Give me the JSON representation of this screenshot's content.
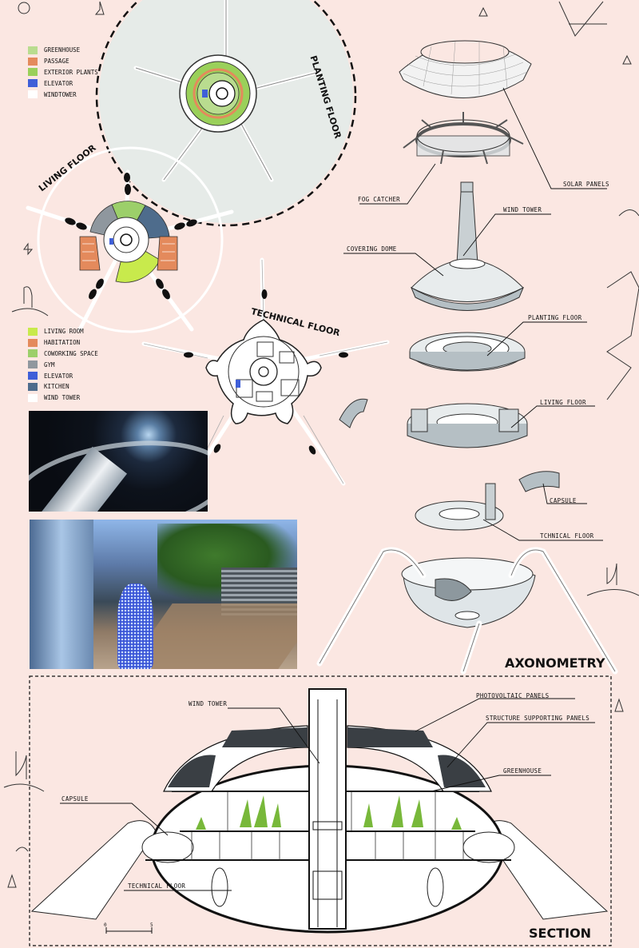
{
  "planting_floor": {
    "title": "PLANTING FLOOR",
    "legend": [
      {
        "label": "GREENHOUSE",
        "color": "#b9dc8f"
      },
      {
        "label": "PASSAGE",
        "color": "#e48a5c"
      },
      {
        "label": "EXTERIOR PLANTS",
        "color": "#9ad05a"
      },
      {
        "label": "ELEVATOR",
        "color": "#3f5fd8"
      },
      {
        "label": "WINDTOWER",
        "color": "#ffffff"
      }
    ]
  },
  "living_floor": {
    "title": "LIVING FLOOR",
    "legend": [
      {
        "label": "LIVING ROOM",
        "color": "#c8ea4c"
      },
      {
        "label": "HABITATION",
        "color": "#e48a5c"
      },
      {
        "label": "COWORKING SPACE",
        "color": "#9ccf6a"
      },
      {
        "label": "GYM",
        "color": "#8f979e"
      },
      {
        "label": "ELEVATOR",
        "color": "#3f5fd8"
      },
      {
        "label": "KITCHEN",
        "color": "#4e6c8c"
      },
      {
        "label": "WIND TOWER",
        "color": "#ffffff"
      }
    ]
  },
  "technical_floor": {
    "title": "TECHNICAL FLOOR"
  },
  "axonometry": {
    "title": "AXONOMETRY",
    "labels": {
      "solar_panels": "SOLAR PANELS",
      "fog_catcher": "FOG CATCHER",
      "wind_tower": "WIND TOWER",
      "covering_dome": "COVERING DOME",
      "planting_floor": "PLANTING FLOOR",
      "living_floor": "LIVING FLOOR",
      "capsule": "CAPSULE",
      "technical_floor": "TCHNICAL FLOOR"
    }
  },
  "section": {
    "title": "SECTION",
    "labels": {
      "wind_tower": "WIND TOWER",
      "photovoltaic": "PHOTOVOLTAIC PANELS",
      "structure": "STRUCTURE SUPPORTING PANELS",
      "greenhouse": "GREENHOUSE",
      "capsule": "CAPSULE",
      "technical_floor": "TECHNICAL FLOOR"
    },
    "scale": {
      "start": "0",
      "end": "5"
    }
  },
  "colors": {
    "background": "#fbe7e2",
    "planting_disc": "#e6ebe8",
    "ink": "#111111"
  }
}
